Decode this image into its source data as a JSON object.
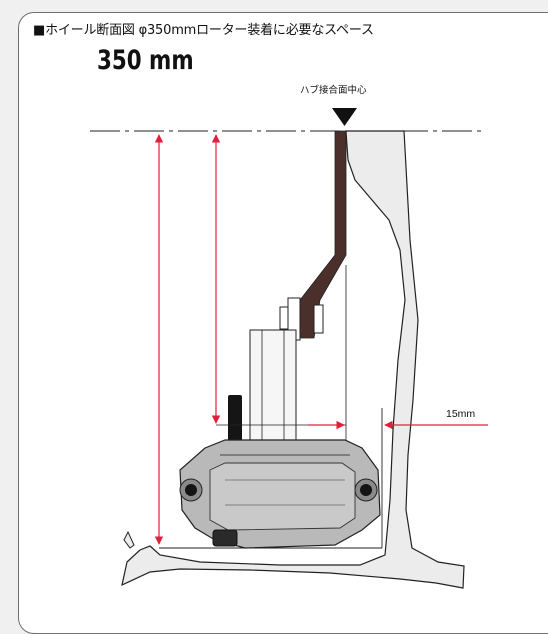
{
  "heading": "■ホイール断面図 φ350mmローター装着に必要なスペース",
  "rotor_size": "350 mm",
  "hub_label": "ハブ接合面中心",
  "clearance_label": "15mm",
  "colors": {
    "hub_flange": "#4a2f2a",
    "wheel_fill": "#ececec",
    "caliper_fill": "#b9b9b9",
    "dimension_line": "#e0203a",
    "outline": "#222222"
  }
}
